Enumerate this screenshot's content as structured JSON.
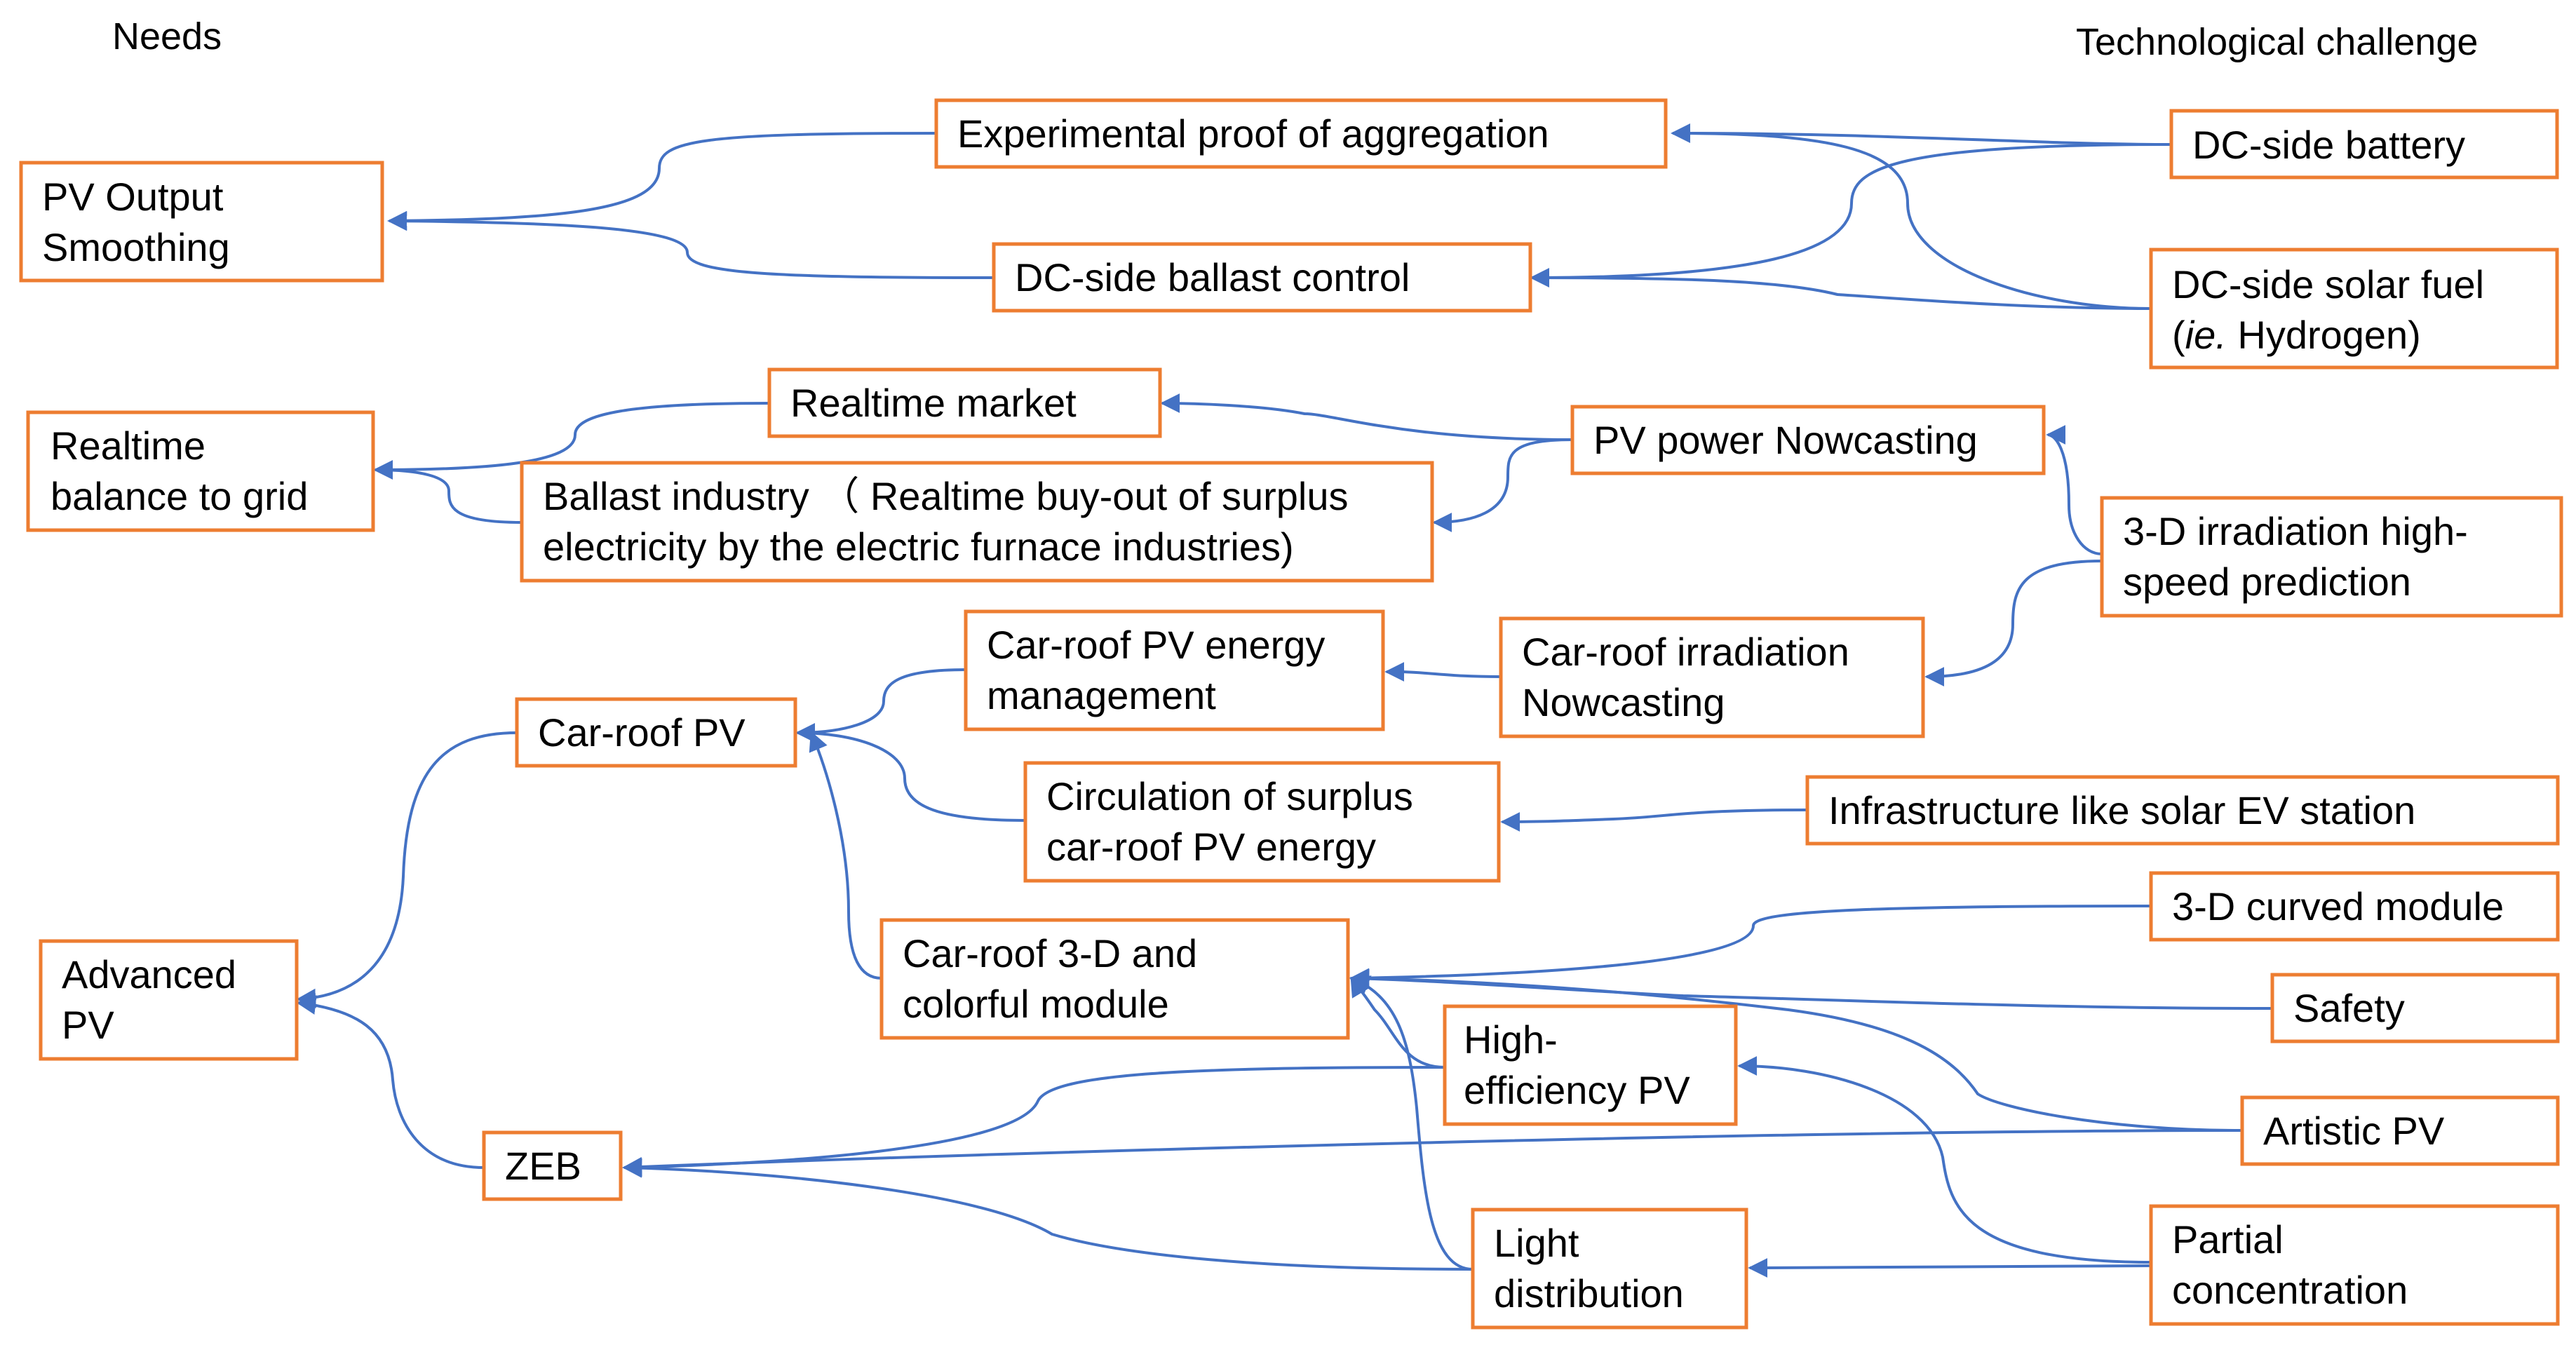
{
  "headers": {
    "needs": "Needs",
    "tech": "Technological challenge"
  },
  "nodes": {
    "pv_output_smoothing": [
      "PV Output",
      "Smoothing"
    ],
    "experimental_proof": [
      "Experimental proof of aggregation"
    ],
    "dc_ballast_control": [
      "DC-side ballast control"
    ],
    "dc_battery": [
      "DC-side battery"
    ],
    "dc_solar_fuel": {
      "line1": "DC-side solar fuel",
      "line2_italic": "ie.",
      "line2_rest": " Hydrogen)",
      "line2_open": "("
    },
    "realtime_balance": [
      "Realtime",
      "balance to grid"
    ],
    "realtime_market": [
      "Realtime market"
    ],
    "ballast_industry": [
      "Ballast industry （ Realtime buy-out of surplus",
      "electricity by the electric furnace industries)"
    ],
    "pv_nowcasting": [
      "PV power Nowcasting"
    ],
    "irradiation_prediction": [
      "3-D irradiation high-",
      "speed prediction"
    ],
    "car_roof_energy_mgmt": [
      "Car-roof PV energy",
      "management"
    ],
    "car_roof_irradiation": [
      "Car-roof irradiation",
      "Nowcasting"
    ],
    "car_roof_pv": [
      "Car-roof PV"
    ],
    "circulation_surplus": [
      "Circulation of surplus",
      "car-roof PV energy"
    ],
    "infrastructure_ev": [
      "Infrastructure like solar EV station"
    ],
    "car_roof_3d_module": [
      "Car-roof 3-D and",
      "colorful module"
    ],
    "curved_module": [
      "3-D curved module"
    ],
    "safety": [
      "Safety"
    ],
    "advanced_pv": [
      "Advanced",
      "PV"
    ],
    "high_efficiency_pv": [
      "High-",
      "efficiency PV"
    ],
    "artistic_pv": [
      "Artistic PV"
    ],
    "zeb": [
      "ZEB"
    ],
    "light_distribution": [
      "Light",
      "distribution"
    ],
    "partial_concentration": [
      "Partial",
      "concentration"
    ]
  },
  "colors": {
    "box_border": "#ED7D31",
    "edge": "#4472C4"
  }
}
